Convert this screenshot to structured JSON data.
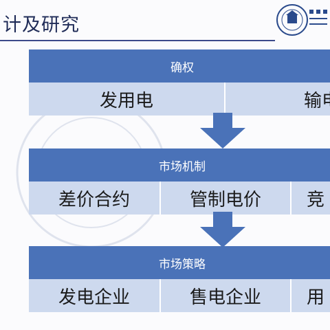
{
  "slide": {
    "title": "计及研究"
  },
  "sections": [
    {
      "header": "确权",
      "items": [
        "发用电",
        "输电"
      ]
    },
    {
      "header": "市场机制",
      "items": [
        "差价合约",
        "管制电价",
        "竞"
      ]
    },
    {
      "header": "市场策略",
      "items": [
        "发电企业",
        "售电企业",
        "用"
      ]
    }
  ],
  "colors": {
    "header_fill": "#4a72b8",
    "row_fill": "#cdd9ee",
    "title_text": "#1f2b57"
  }
}
